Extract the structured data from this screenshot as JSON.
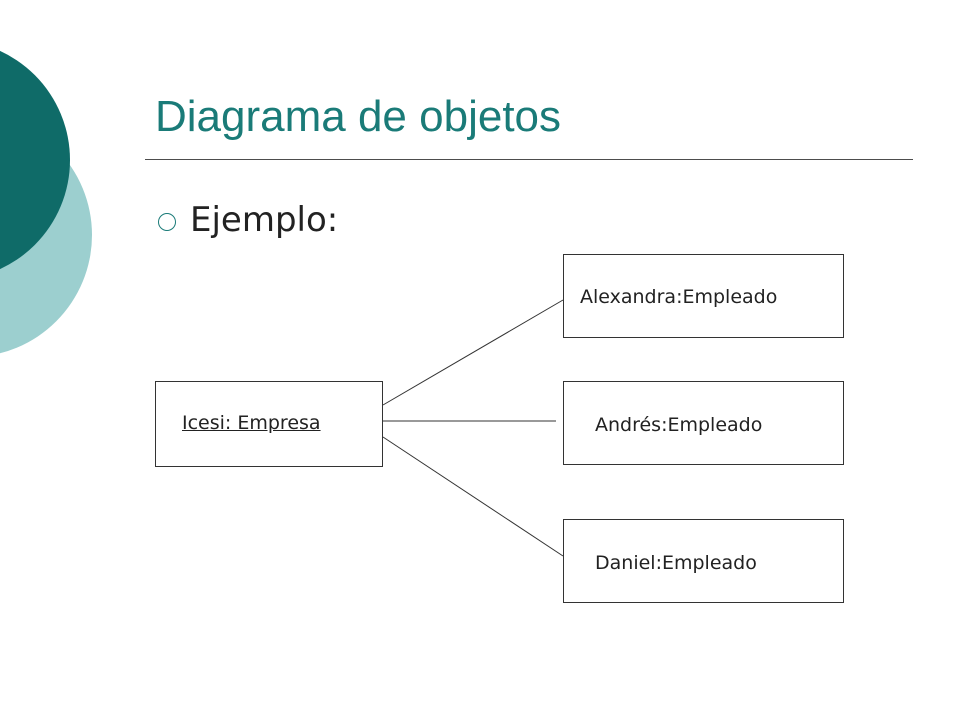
{
  "slide": {
    "title": "Diagrama de objetos",
    "bullet": "Ejemplo:"
  },
  "diagram": {
    "company": {
      "label": "Icesi: Empresa"
    },
    "employees": [
      {
        "label": "Alexandra:Empleado"
      },
      {
        "label": "Andrés:Empleado"
      },
      {
        "label": "Daniel:Empleado"
      }
    ]
  },
  "colors": {
    "accent": "#1a7b78",
    "dark_circle": "#0f6b68",
    "light_circle": "#9ccfcf"
  }
}
